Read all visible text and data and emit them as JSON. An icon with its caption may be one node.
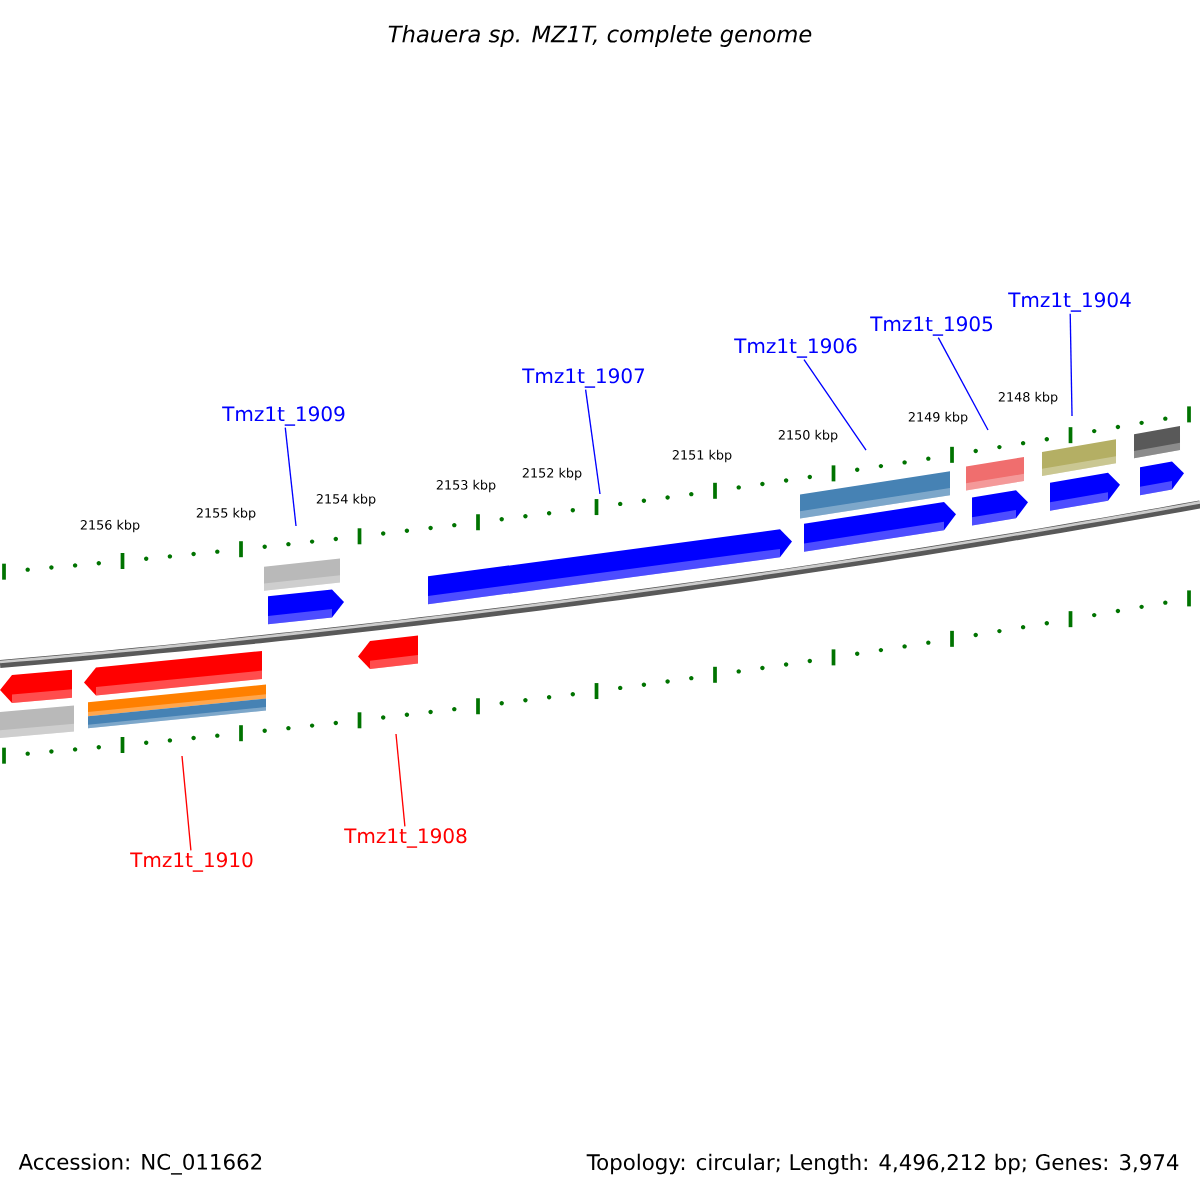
{
  "diagram": {
    "title": "Thauera sp. MZ1T, complete genome",
    "nodes": [
      {
        "text": [
          "Tmz1t_1904"
        ]
      },
      {
        "text": [
          "Tmz1t_1905"
        ]
      },
      {
        "text": [
          "Tmz1t_1906"
        ]
      },
      {
        "text": [
          "Tmz1t_1907"
        ]
      },
      {
        "text": [
          "Tmz1t_1909"
        ]
      },
      {
        "text": [
          "Tmz1t_1908"
        ]
      },
      {
        "text": [
          "Tmz1t_1910"
        ]
      }
    ],
    "edges": [
      {
        "from": 0,
        "to": null,
        "arrow": "none"
      },
      {
        "from": 1,
        "to": null,
        "arrow": "none"
      },
      {
        "from": 2,
        "to": null,
        "arrow": "none"
      },
      {
        "from": 3,
        "to": null,
        "arrow": "none"
      },
      {
        "from": 4,
        "to": null,
        "arrow": "none"
      },
      {
        "from": 5,
        "to": null,
        "arrow": "none",
        "color": "#ff0000"
      },
      {
        "from": 6,
        "to": null,
        "arrow": "none",
        "color": "#ff0000"
      }
    ],
    "labels": [
      "2148 kbp",
      "2149 kbp",
      "2150 kbp",
      "2151 kbp",
      "2152 kbp",
      "2153 kbp",
      "2154 kbp",
      "2155 kbp",
      "2156 kbp",
      "Accession: NC_011662",
      "Topology: circular; Length: 4,496,212 bp; Genes: 3,974"
    ]
  }
}
